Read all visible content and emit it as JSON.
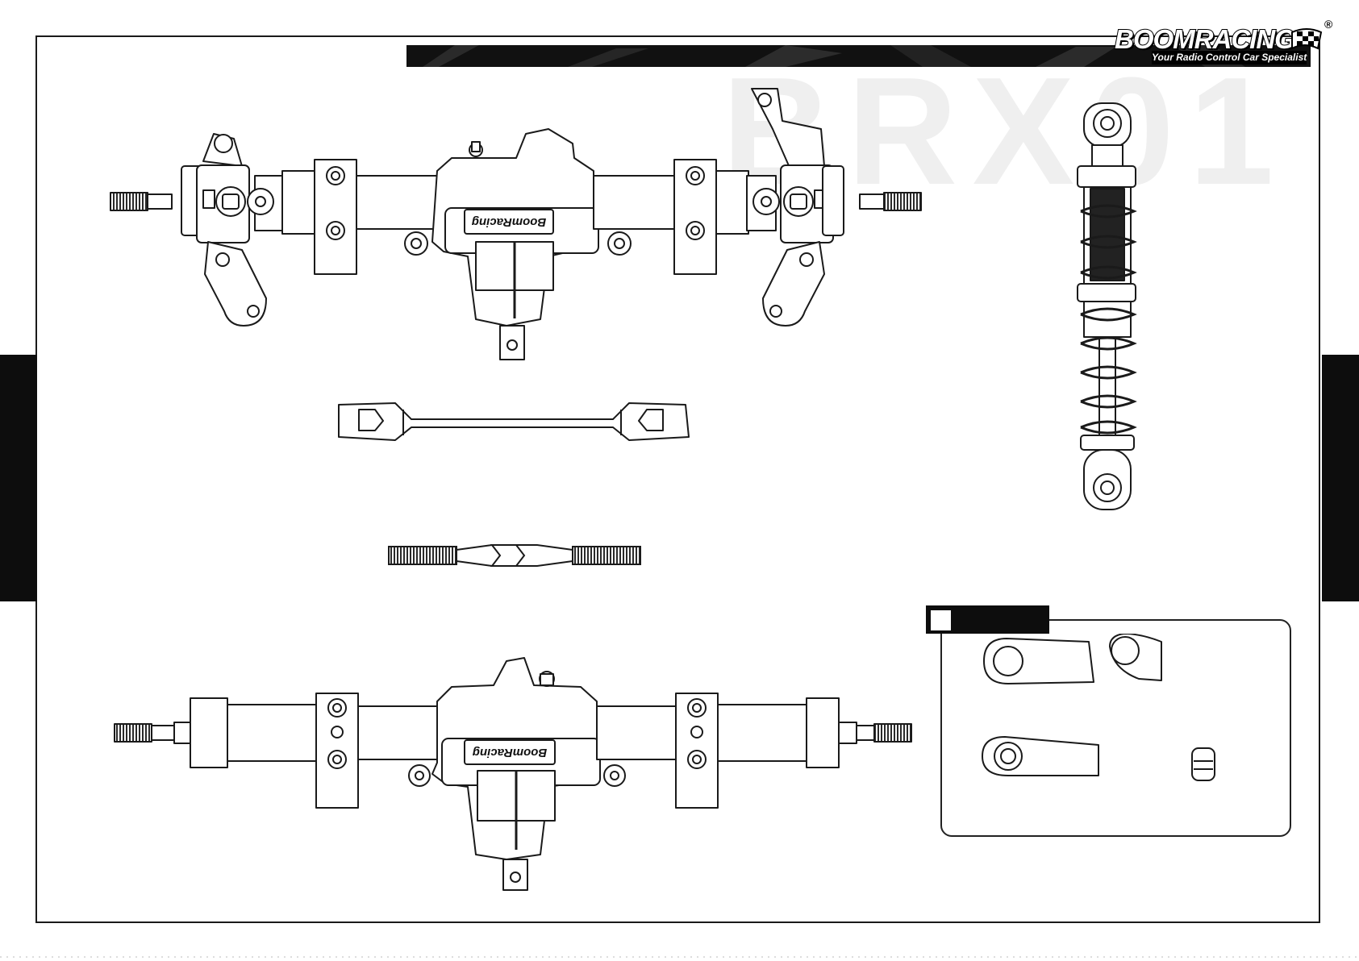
{
  "page": {
    "model_code": "BRX01",
    "header_banner": {
      "has_text": false
    }
  },
  "logo": {
    "brand_name": "BOOMRACING",
    "tagline": "Your Radio Control Car Specialist",
    "registered_mark": "®"
  },
  "axle_stamp": "BoomRacing",
  "parts_box": {
    "header_label": "",
    "items": [
      {
        "name": "rod-end-long"
      },
      {
        "name": "rod-end-angled"
      },
      {
        "name": "rod-end-short"
      },
      {
        "name": "pivot-ball"
      }
    ]
  },
  "colors": {
    "line": "#1a1a1a",
    "banner": "#111111",
    "watermark": "#efefef",
    "thread": "#2a2a2a"
  }
}
